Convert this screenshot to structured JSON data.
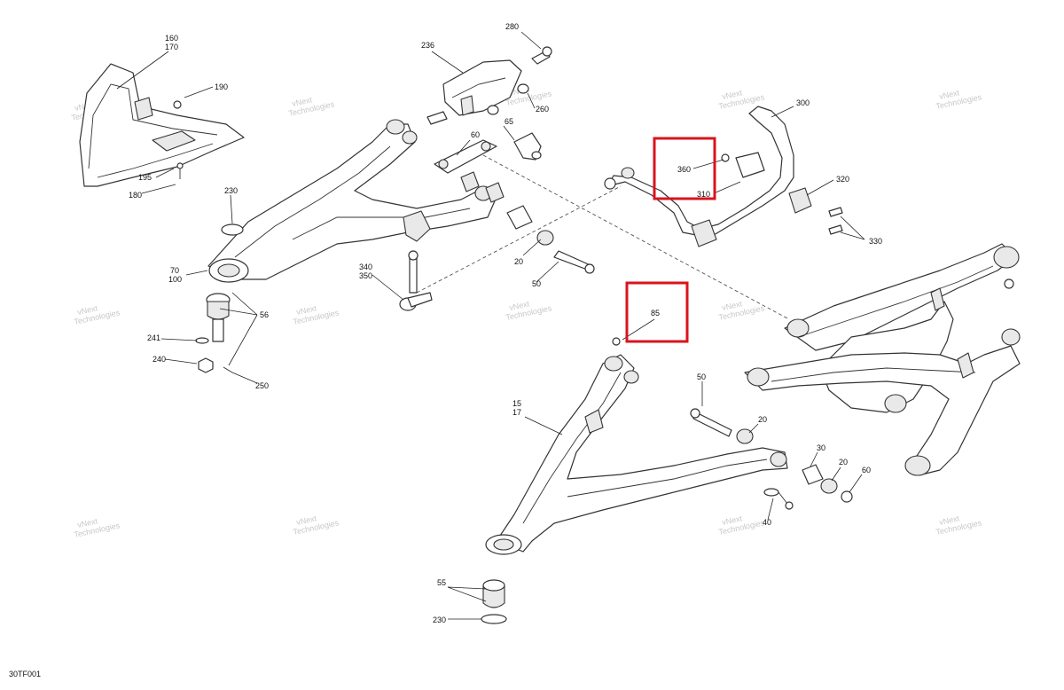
{
  "diagram_code": "30TF001",
  "highlight_color": "#d9141e",
  "watermark": {
    "line1": "vNext",
    "line2": "Technologies"
  },
  "callouts": {
    "c160": "160",
    "c170": "170",
    "c190": "190",
    "c195": "195",
    "c180": "180",
    "c236": "236",
    "c280": "280",
    "c260": "260",
    "c60a": "60",
    "c65": "65",
    "c300": "300",
    "c360": "360",
    "c310": "310",
    "c320": "320",
    "c330": "330",
    "c230a": "230",
    "c70": "70",
    "c100": "100",
    "c340": "340",
    "c350": "350",
    "c20a": "20",
    "c50a": "50",
    "c56": "56",
    "c241": "241",
    "c240": "240",
    "c250": "250",
    "c85": "85",
    "c15": "15",
    "c17": "17",
    "c50b": "50",
    "c20b": "20",
    "c30": "30",
    "c20c": "20",
    "c60b": "60",
    "c40": "40",
    "c55": "55",
    "c230b": "230"
  }
}
